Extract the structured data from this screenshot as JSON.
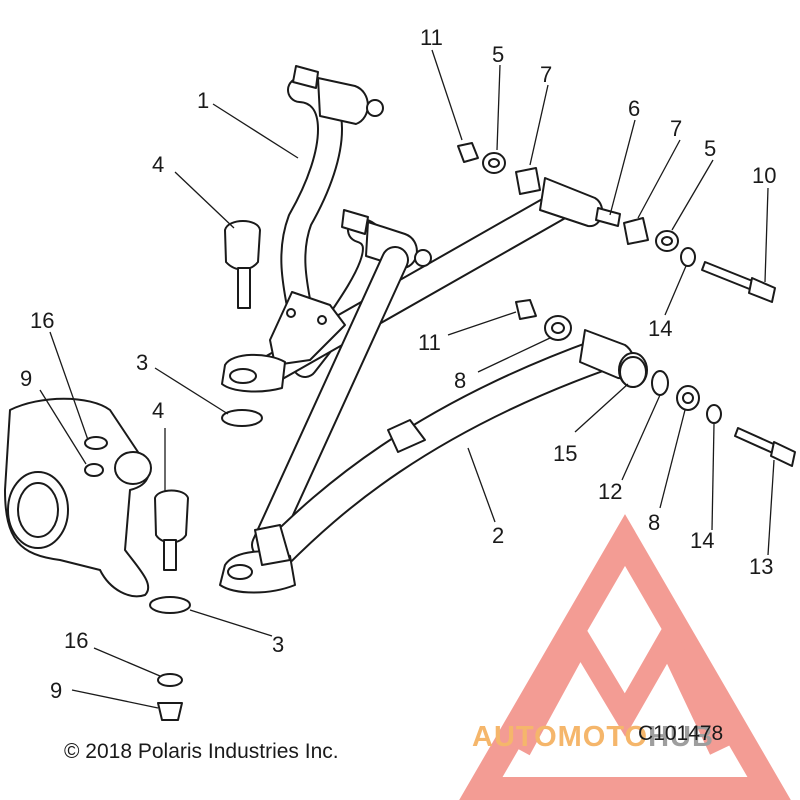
{
  "callouts": {
    "c1": "1",
    "c2": "2",
    "c3a": "3",
    "c3b": "3",
    "c4a": "4",
    "c4b": "4",
    "c5a": "5",
    "c5b": "5",
    "c6": "6",
    "c7a": "7",
    "c7b": "7",
    "c8a": "8",
    "c8b": "8",
    "c9a": "9",
    "c9b": "9",
    "c10": "10",
    "c11a": "11",
    "c11b": "11",
    "c12": "12",
    "c13": "13",
    "c14a": "14",
    "c14b": "14",
    "c15": "15",
    "c16a": "16",
    "c16b": "16"
  },
  "copyright": "© 2018 Polaris Industries Inc.",
  "figure_id": "C101478",
  "watermark": {
    "text_orange": "AUTOMOTO",
    "text_gray": "HUB",
    "color_red": "#f28b82",
    "color_orange": "#f5b66b",
    "color_gray": "#9e9e9e"
  }
}
